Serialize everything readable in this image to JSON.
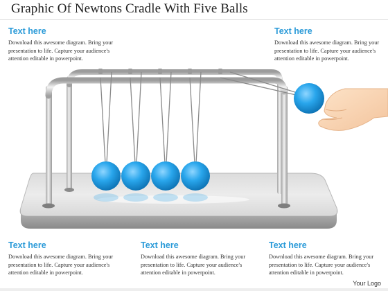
{
  "title": "Graphic Of Newtons Cradle With Five Balls",
  "blocks": [
    {
      "heading": "Text here",
      "body": "Download this awesome diagram. Bring your presentation to life. Capture your audience's attention editable in powerpoint."
    },
    {
      "heading": "Text here",
      "body": "Download this awesome diagram. Bring your presentation to life. Capture your audience's attention editable in powerpoint."
    },
    {
      "heading": "Text here",
      "body": "Download this awesome diagram. Bring your presentation to life. Capture your audience's attention editable in powerpoint."
    },
    {
      "heading": "Text here",
      "body": "Download this awesome diagram. Bring your presentation to life. Capture your audience's attention editable in powerpoint."
    },
    {
      "heading": "Text here",
      "body": "Download this awesome diagram. Bring your presentation to life. Capture your audience's attention editable in powerpoint."
    }
  ],
  "logo": "Your Logo",
  "colors": {
    "accent": "#2a9ad8",
    "ball": "#1f9be0",
    "frame": "#d0d0d0",
    "base": "#e4e4e4"
  },
  "cradle": {
    "hanging_balls": 4,
    "raised_balls": 1
  }
}
